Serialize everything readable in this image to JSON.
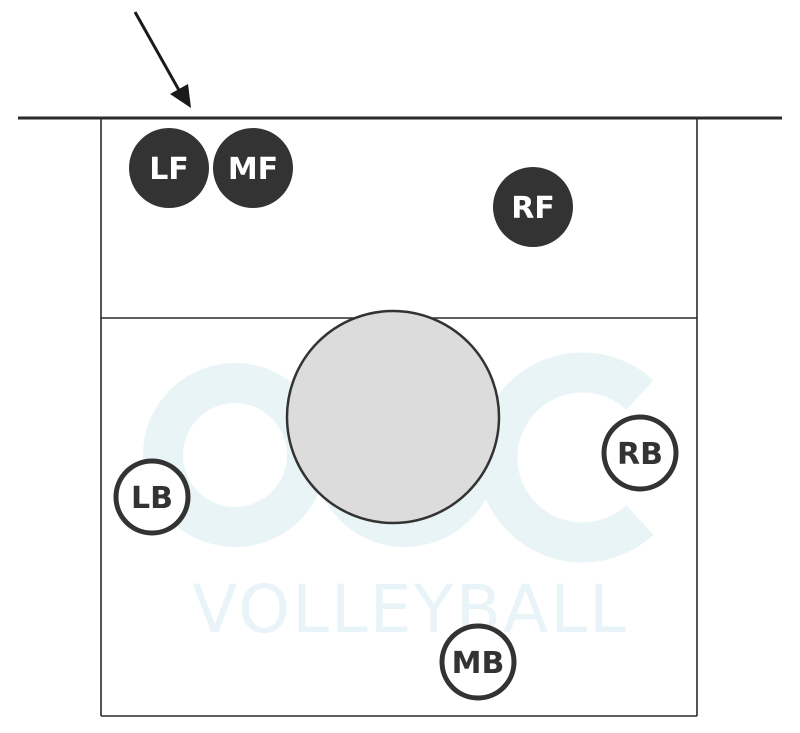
{
  "watermark": {
    "logo_text": "QSC",
    "label": "VOLLEYBALL",
    "color": "#e6f3f6"
  },
  "colors": {
    "line": "#2a2a2a",
    "front_player_fill": "#333333",
    "front_player_text": "#ffffff",
    "back_player_fill": "#ffffff",
    "back_player_stroke": "#333333",
    "back_player_text": "#333333",
    "ball_fill": "#dcdcdc",
    "ball_stroke": "#333333"
  },
  "players": {
    "front": [
      {
        "id": "lf",
        "label": "LF"
      },
      {
        "id": "mf",
        "label": "MF"
      },
      {
        "id": "rf",
        "label": "RF"
      }
    ],
    "back": [
      {
        "id": "lb",
        "label": "LB"
      },
      {
        "id": "rb",
        "label": "RB"
      },
      {
        "id": "mb",
        "label": "MB"
      }
    ]
  }
}
